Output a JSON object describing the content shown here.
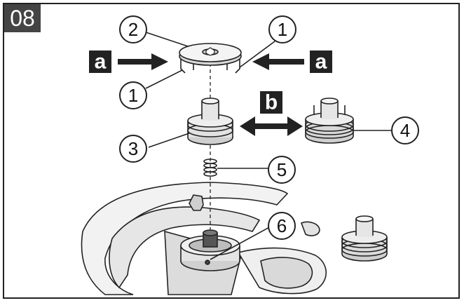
{
  "step": "08",
  "callouts": [
    "2",
    "1",
    "1",
    "3",
    "4",
    "5",
    "6"
  ],
  "direction_labels": [
    "a",
    "a",
    "b"
  ],
  "colors": {
    "ink": "#111111",
    "badge": "#444444",
    "line": "#222222",
    "part_fill": "#e8e8e8",
    "part_shade": "#bdbdbd"
  }
}
